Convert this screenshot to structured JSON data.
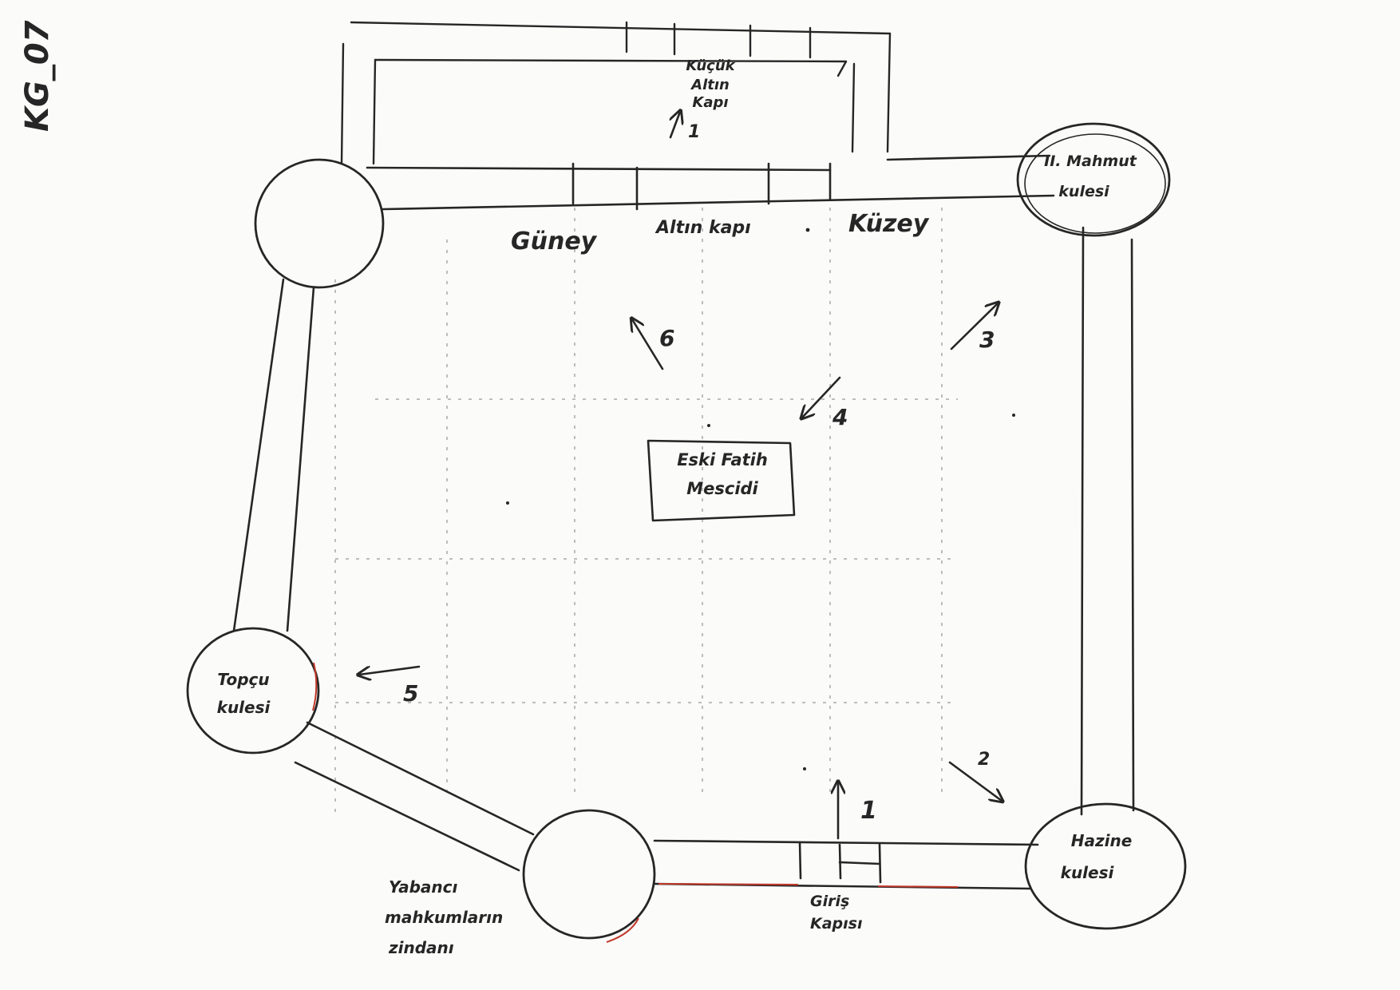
{
  "sheet_id": "KG_07",
  "labels": {
    "kucuk_altin_kapi": [
      "Küçük",
      "Altın",
      "Kapı"
    ],
    "altin_kapi": "Altın kapı",
    "guney": "Güney",
    "kuzey": "Küzey",
    "mahmut_kulesi": [
      "II. Mahmut",
      "kulesi"
    ],
    "topcu_kulesi": [
      "Topçu",
      "kulesi"
    ],
    "hazine_kulesi": [
      "Hazine",
      "kulesi"
    ],
    "mescit": [
      "Eski Fatih",
      "Mescidi"
    ],
    "giris_kapisi": [
      "Giriş",
      "Kapısı"
    ],
    "zindan": [
      "Yabancı",
      "mahkumların",
      "zindanı"
    ]
  },
  "arrows": [
    {
      "num": "1"
    },
    {
      "num": "2"
    },
    {
      "num": "3"
    },
    {
      "num": "4"
    },
    {
      "num": "5"
    },
    {
      "num": "6"
    },
    {
      "num": "1"
    }
  ],
  "colors": {
    "ink": "#262626",
    "accent": "#c0392b",
    "paper": "#fbfbfa"
  }
}
